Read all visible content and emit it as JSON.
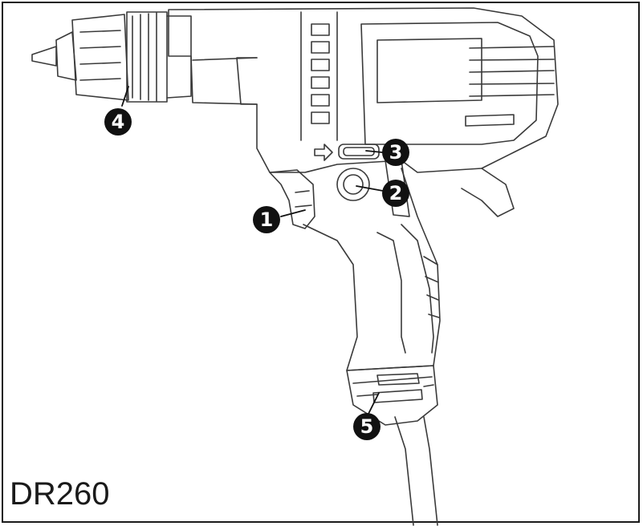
{
  "model_label": "DR260",
  "callouts": [
    {
      "id": "1",
      "label": "1"
    },
    {
      "id": "2",
      "label": "2"
    },
    {
      "id": "3",
      "label": "3"
    },
    {
      "id": "4",
      "label": "4"
    },
    {
      "id": "5",
      "label": "5"
    }
  ],
  "colors": {
    "stroke": "#3a3a3a",
    "badge": "#111111",
    "fill": "#ffffff"
  }
}
